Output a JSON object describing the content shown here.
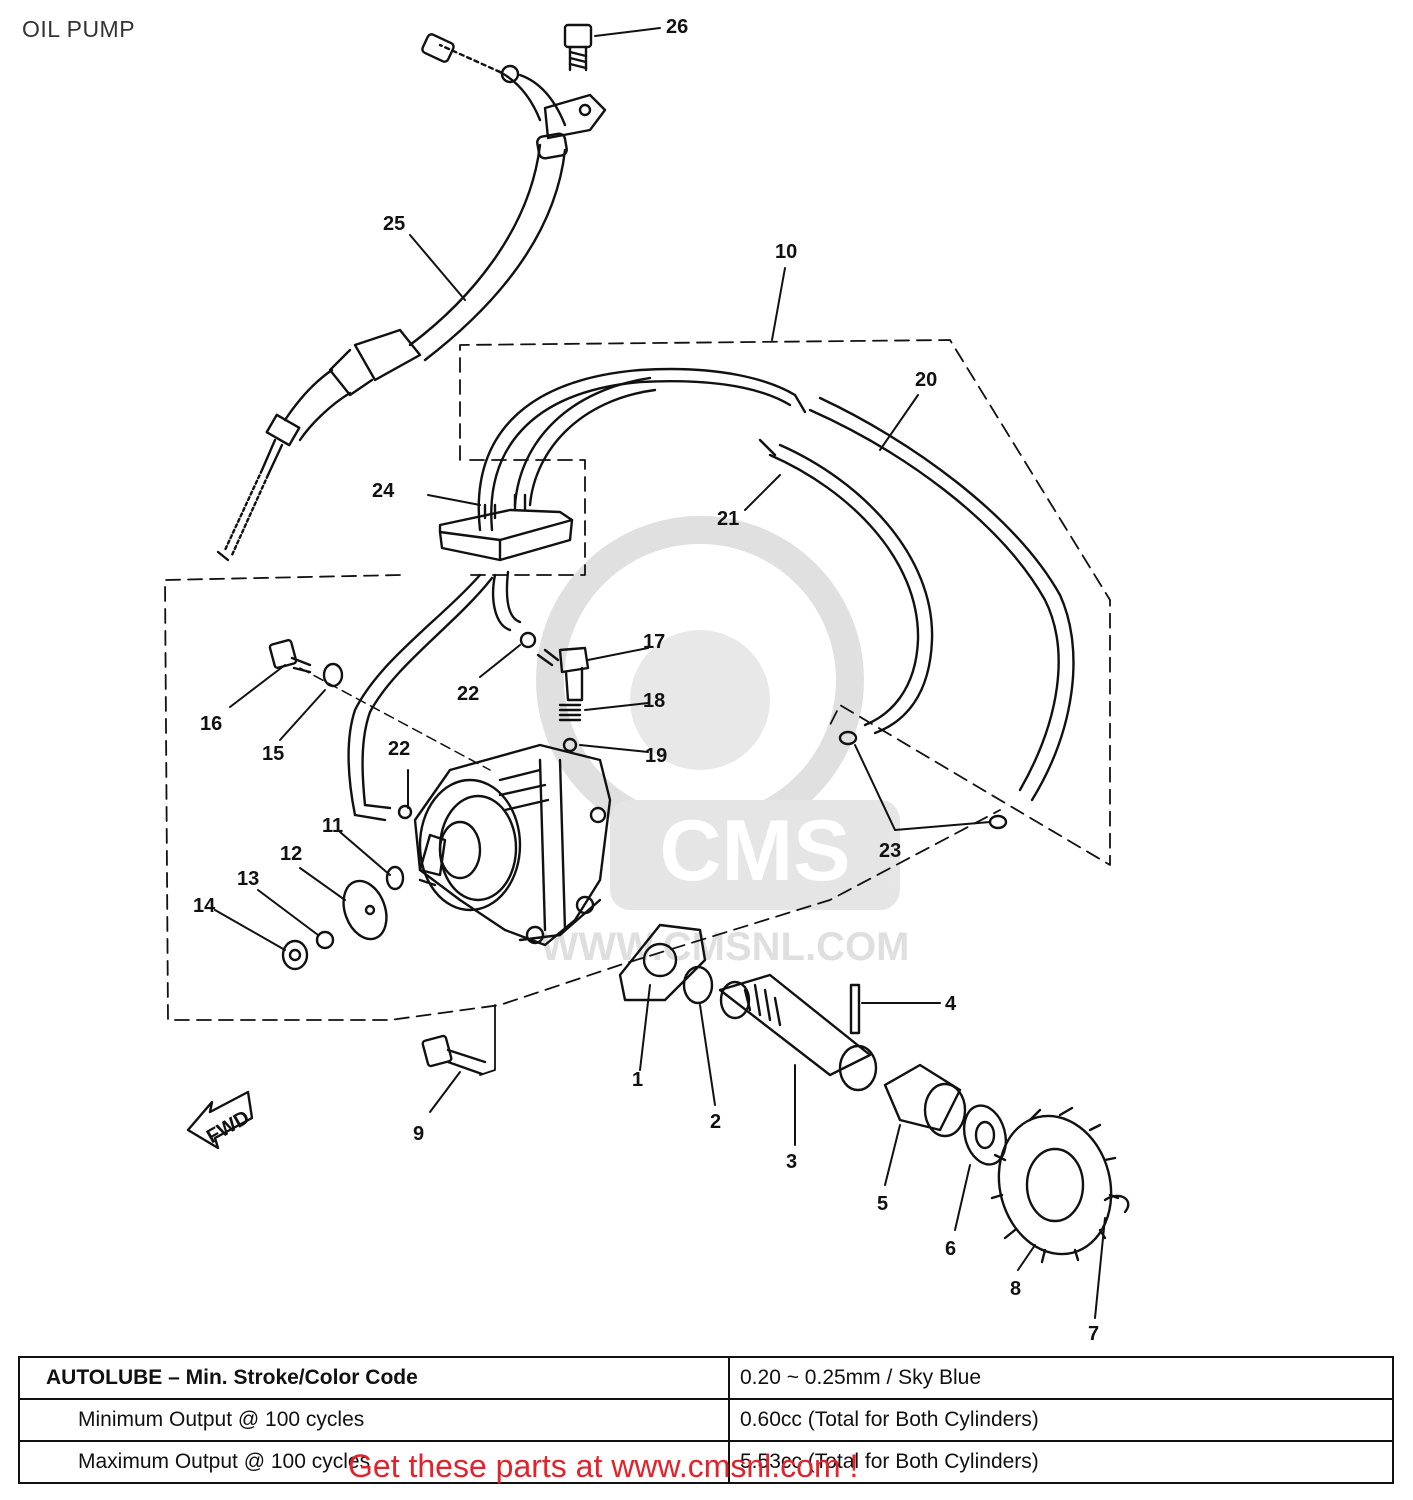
{
  "page": {
    "title": "OIL PUMP"
  },
  "diagram": {
    "callouts": [
      "1",
      "2",
      "3",
      "4",
      "5",
      "6",
      "7",
      "8",
      "9",
      "10",
      "11",
      "12",
      "13",
      "14",
      "15",
      "16",
      "17",
      "18",
      "19",
      "20",
      "21",
      "22",
      "22",
      "23",
      "24",
      "25",
      "26"
    ],
    "direction_arrow": "FWD"
  },
  "watermark": {
    "brand": "CMS",
    "url": "WWW.CMSNL.COM"
  },
  "spec_table": {
    "rows": [
      {
        "label": "AUTOLUBE – Min. Stroke/Color Code",
        "value": "0.20 ~ 0.25mm / Sky Blue"
      },
      {
        "label": "Minimum Output @ 100 cycles",
        "value": "0.60cc (Total for Both Cylinders)"
      },
      {
        "label": "Maximum Output @ 100 cycles",
        "value": "5.53cc (Total for Both Cylinders)"
      }
    ]
  },
  "footer": {
    "link_text": "Get these parts at www.cmsnl.com !"
  },
  "colors": {
    "line": "#111111",
    "watermark": "#d8d8d8",
    "footer_link": "#e3232b"
  }
}
